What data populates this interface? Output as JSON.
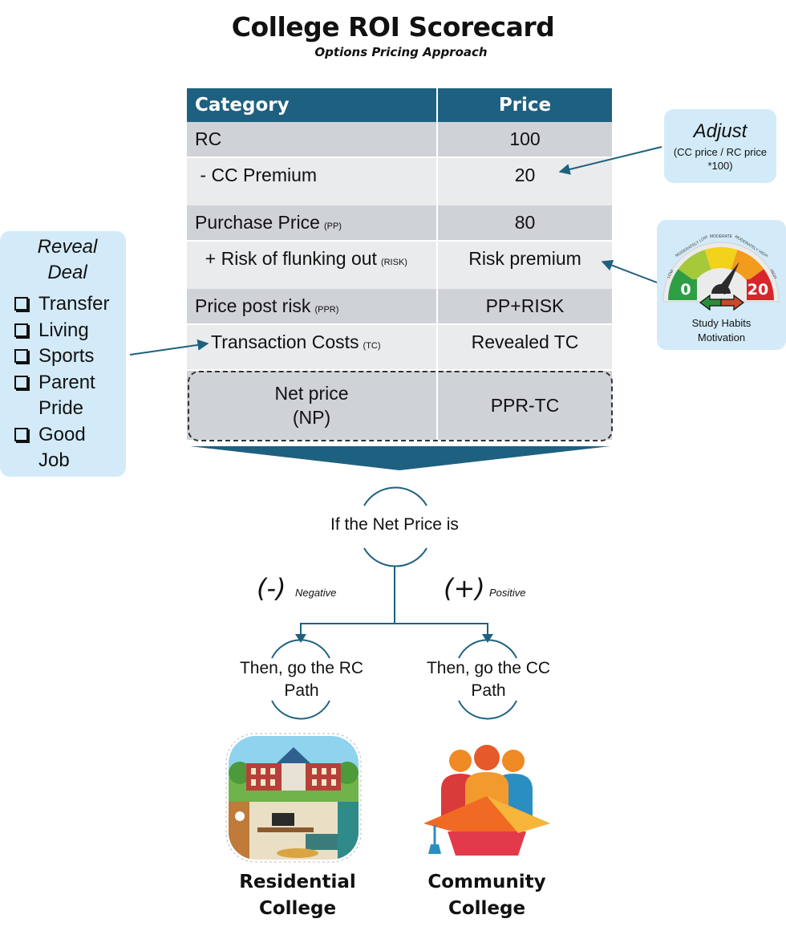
{
  "title": "College ROI Scorecard",
  "subtitle": "Options Pricing Approach",
  "table": {
    "headers": [
      "Category",
      "Price"
    ],
    "rows": [
      {
        "label": "RC",
        "abbr": "",
        "value": "100"
      },
      {
        "label": " - CC Premium",
        "abbr": "",
        "value": "20"
      },
      {
        "label": "Purchase Price",
        "abbr": "(PP)",
        "value": "80"
      },
      {
        "label": "  + Risk of flunking out",
        "abbr": "(RISK)",
        "value": "Risk premium"
      },
      {
        "label": "Price post risk",
        "abbr": "(PPR)",
        "value": "PP+RISK"
      },
      {
        "label": " - Transaction Costs",
        "abbr": "(TC)",
        "value": "Revealed TC"
      }
    ],
    "net_label_line1": "Net price",
    "net_label_line2": "(NP)",
    "net_value": "PPR-TC"
  },
  "adjust": {
    "title": "Adjust",
    "note_line1": "(CC price / RC price",
    "note_line2": "*100)"
  },
  "gauge": {
    "min_label": "0",
    "max_label": "20",
    "scale_labels": [
      "LOW",
      "MODERATELY LOW",
      "MODERATE",
      "MODERATELY HIGH",
      "HIGH"
    ],
    "caption_line1": "Study Habits",
    "caption_line2": "Motivation",
    "colors": [
      "#2e9e45",
      "#a6c93a",
      "#f2d21b",
      "#f29b1c",
      "#d7262b"
    ]
  },
  "reveal": {
    "title_line1": "Reveal",
    "title_line2": "Deal",
    "items": [
      "Transfer",
      "Living",
      "Sports",
      "Parent",
      "Pride",
      "Good",
      "Job"
    ]
  },
  "decision": {
    "question": "If the Net Price is",
    "negative_sign": "(-)",
    "negative_label": "Negative",
    "positive_sign": "(+)",
    "positive_label": "Positive",
    "rc_path_line1": "Then, go the RC",
    "rc_path_line2": "Path",
    "cc_path_line1": "Then, go the CC",
    "cc_path_line2": "Path"
  },
  "outcomes": {
    "rc_line1": "Residential",
    "rc_line2": "College",
    "cc_line1": "Community",
    "cc_line2": "College"
  },
  "colors": {
    "header": "#1e607f",
    "arrow": "#1e607f",
    "callout": "#d3ebf8",
    "row_dark": "#cfd3d8",
    "row_light": "#e9ebed"
  }
}
